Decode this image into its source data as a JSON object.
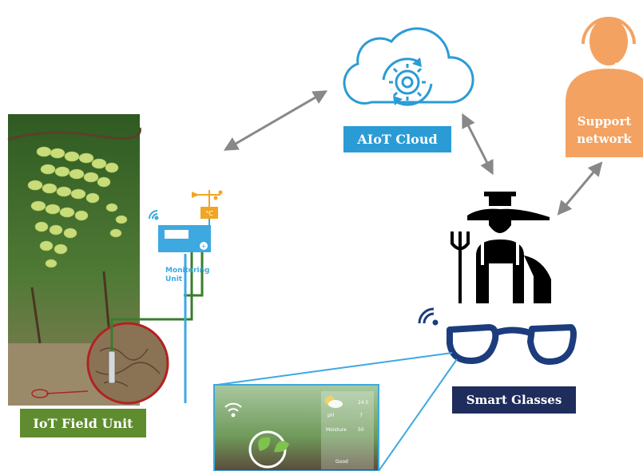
{
  "labels": {
    "cloud": "AIoT Cloud",
    "support": "Support network",
    "field_unit": "IoT Field Unit",
    "smart_glasses": "Smart Glasses",
    "monitoring_unit": "Monitoring Unit",
    "sensor_temp": "°C"
  },
  "ar_display": {
    "temp": "24.5",
    "ph": "7",
    "moisture_label": "Moisture",
    "moisture_value": "50",
    "status": "Good"
  },
  "colors": {
    "cloud_box": "#2b9bd6",
    "support": "#f4a261",
    "field_unit_box": "#5e8c2e",
    "smart_glasses_box": "#1f2d5c",
    "glasses": "#1d3c7e",
    "monitoring_unit": "#3da9e0",
    "sensor_box": "#f0a526",
    "arrows": "#888888",
    "wire_green": "#3a7d2c",
    "wire_blue": "#3da9e0",
    "zoom_circle": "#b22222"
  },
  "icons": [
    "cloud-icon",
    "gear-icon",
    "support-agent-icon",
    "farmer-icon",
    "pitchfork-icon",
    "glasses-icon",
    "wifi-icon",
    "weather-station-icon",
    "soil-sensor-icon",
    "leaf-icon"
  ]
}
